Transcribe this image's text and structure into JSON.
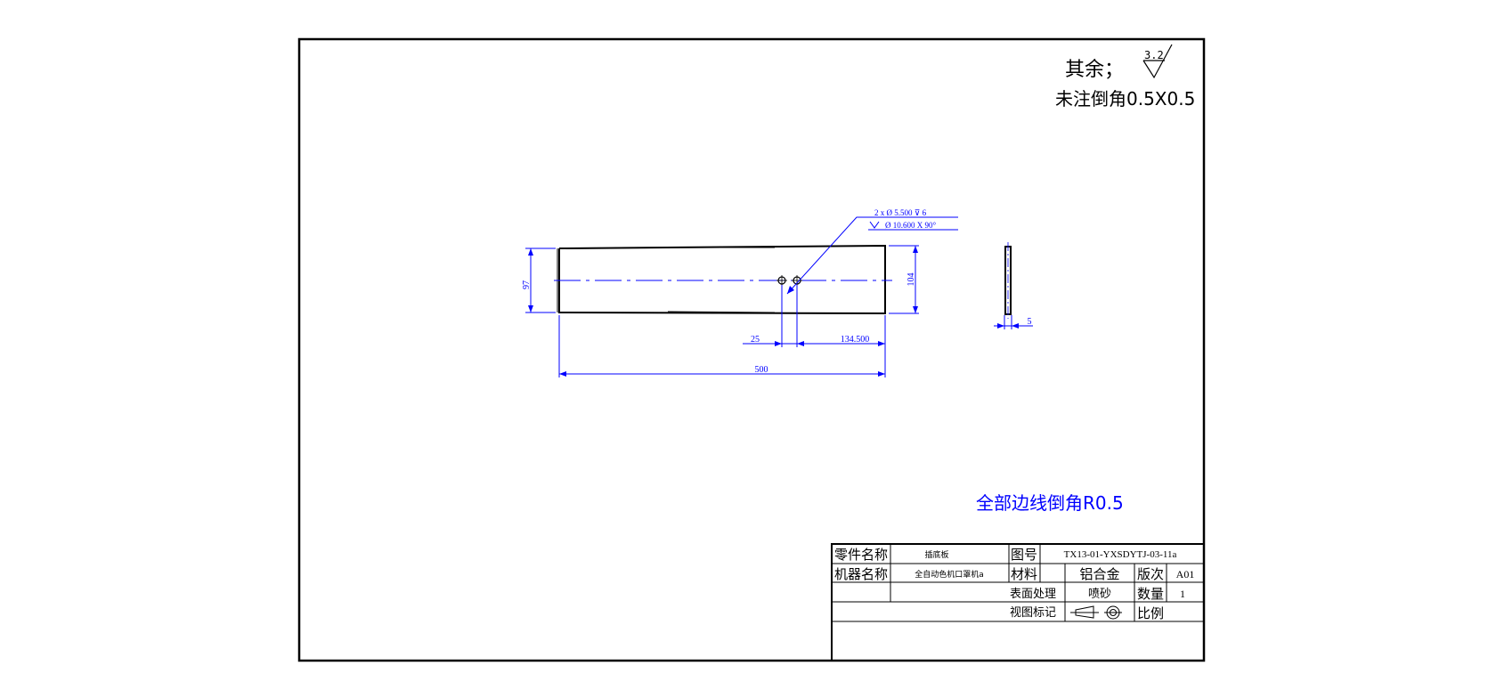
{
  "notes": {
    "rest_label": "其余；",
    "roughness_value": "3.2",
    "chamfer_note": "未注倒角0.5X0.5",
    "edge_note": "全部边线倒角R0.5"
  },
  "dimensions": {
    "hole_callout_line1": "2 x  Ø 5.500  ⊽ 6",
    "hole_callout_line2": "Ø 10.600 X 90°",
    "height_left": "97",
    "height_right": "104",
    "offset_hole": "25",
    "from_right": "134.500",
    "total_length": "500",
    "thickness": "5"
  },
  "title_block": {
    "part_name_label": "零件名称",
    "part_name_value": "插底板",
    "drawing_no_label": "图号",
    "drawing_no_value": "TX13-01-YXSDYTJ-03-11a",
    "machine_name_label": "机器名称",
    "machine_name_value": "全自动色机口罩机a",
    "material_label": "材料",
    "material_value": "铝合金",
    "revision_label": "版次",
    "revision_value": "A01",
    "surface_label": "表面处理",
    "surface_value": "喷砂",
    "quantity_label": "数量",
    "quantity_value": "1",
    "view_mark_label": "视图标记",
    "scale_label": "比例",
    "scale_value": ""
  },
  "colors": {
    "frame": "#000000",
    "dimension": "#0000ff",
    "part": "#000000"
  }
}
